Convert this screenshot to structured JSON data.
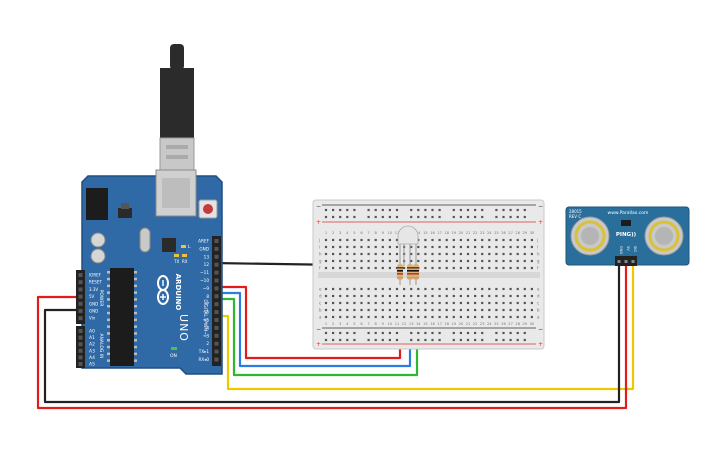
{
  "arduino": {
    "logo_text": "ARDUINO",
    "model_text": "UNO",
    "on_label": "ON",
    "top_header_labels": [
      "AREF",
      "GND",
      "13",
      "12",
      "~11",
      "~10",
      "~9",
      "8",
      "7",
      "~6",
      "~5",
      "4",
      "~3",
      "2",
      "TX▸1",
      "RX◂0"
    ],
    "digital_label": "DIGITAL (PWM~)",
    "power_labels": [
      "IOREF",
      "RESET",
      "3.3V",
      "5V",
      "GND",
      "GND",
      "Vin"
    ],
    "power_group_label": "POWER",
    "analog_labels": [
      "A0",
      "A1",
      "A2",
      "A3",
      "A4",
      "A5"
    ],
    "analog_group_label": "ANALOG IN",
    "tx_label": "TX",
    "rx_label": "RX",
    "l_label": "L",
    "colors": {
      "board": "#2f6aa6",
      "board_dark": "#1f4f82",
      "header": "#222222",
      "silk": "#ffffff"
    }
  },
  "usb": {
    "colors": {
      "plug": "#2b2b2b",
      "metal": "#c8c8c8"
    }
  },
  "breadboard": {
    "column_numbers": [
      "1",
      "2",
      "3",
      "4",
      "5",
      "6",
      "7",
      "8",
      "9",
      "10",
      "11",
      "12",
      "13",
      "14",
      "15",
      "16",
      "17",
      "18",
      "19",
      "20",
      "21",
      "22",
      "23",
      "24",
      "25",
      "26",
      "27",
      "28",
      "29",
      "30"
    ],
    "row_letters_top": [
      "j",
      "i",
      "h",
      "g",
      "f"
    ],
    "row_letters_bottom": [
      "e",
      "d",
      "c",
      "b",
      "a"
    ],
    "rail_plus": "+",
    "rail_minus": "−",
    "colors": {
      "body": "#e9e9e9",
      "hole": "#555555",
      "rail_red": "#d33",
      "rail_black": "#333"
    }
  },
  "led": {
    "name": "RGB LED",
    "colors": {
      "body": "#e6e6e6"
    }
  },
  "resistors": {
    "count": 3,
    "colors": {
      "body": "#d8b27a"
    }
  },
  "sensor": {
    "title_text": "PING))",
    "website_text": "www.Parallax.com",
    "board_text": "28015\nREV C",
    "pin_labels": [
      "GND",
      "5V",
      "SIG"
    ],
    "colors": {
      "board": "#2a6f9c",
      "transducer": "#c9c9c9",
      "ring": "#d8c23a"
    }
  },
  "wires": {
    "colors": {
      "red": "#e21b1b",
      "blue": "#2a7de1",
      "green": "#2db82d",
      "yellow": "#f0c800",
      "black": "#222222"
    }
  }
}
